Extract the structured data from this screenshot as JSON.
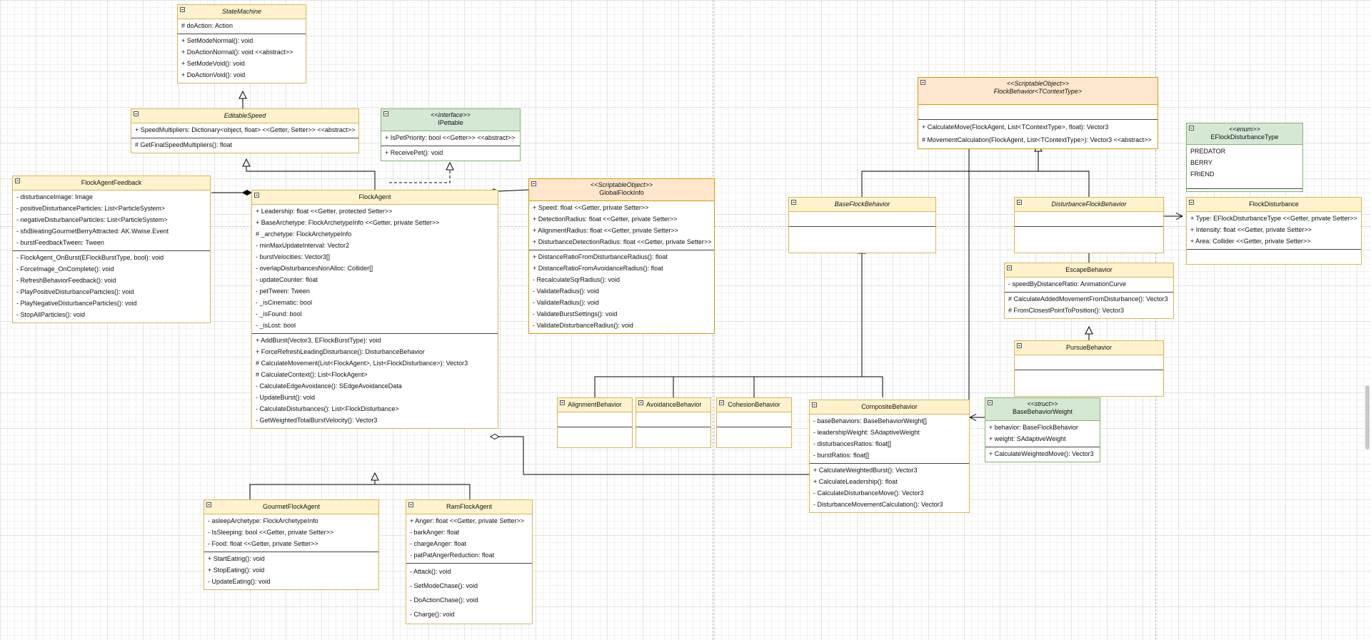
{
  "classes": {
    "state_machine": {
      "name": "StateMachine",
      "attributes": [
        "# doAction: Action"
      ],
      "methods": [
        "+ SetModeNormal(): void",
        "+ DoActionNormal(): void <<abstract>>",
        "+ SetModeVoid(): void",
        "+ DoActionVoid(): void"
      ]
    },
    "editable_speed": {
      "name": "EditableSpeed",
      "attributes": [
        "+ SpeedMultipliers: Dictionary<object, float> <<Getter, Setter>> <<abstract>>"
      ],
      "methods": [
        "# GetFinalSpeedMultipliers(): float"
      ]
    },
    "ipettable": {
      "stereotype": "<<interface>>",
      "name": "IPettable",
      "attributes": [
        "+ IsPetPriority: bool <<Getter>> <<abstract>>"
      ],
      "methods": [
        "+ ReceivePet(): void"
      ]
    },
    "flock_agent_feedback": {
      "name": "FlockAgentFeedback",
      "attributes": [
        "- disturbanceImage: Image",
        "- positiveDisturbanceParticles: List<ParticleSystem>",
        "- negativeDisturbanceParticles: List<ParticleSystem>",
        "- sfxBleatingGourmetBerryAttracted: AK.Wwise.Event",
        "- burstFeedbackTween: Tween"
      ],
      "methods": [
        "- FlockAgent_OnBurst(EFlockBurstType, bool): void",
        "- ForceImage_OnComplete(): void",
        "- RefreshBehaviorFeedback(): void",
        "- PlayPositiveDisturbanceParticles(): void",
        "- PlayNegativeDisturbanceParticles(): void",
        "- StopAllParticles(): void"
      ]
    },
    "flock_agent": {
      "name": "FlockAgent",
      "attributes": [
        "+ Leadership: float <<Getter, protected Setter>>",
        "+ BaseArchetype: FlockArchetypeInfo <<Getter, private Setter>>",
        "# _archetype: FlockArchetypeInfo",
        "- minMaxUpdateInterval: Vector2",
        "- burstVelocities: Vector3[]",
        "- overlapDisturbancesNonAlloc: Collider[]",
        "- updateCounter: float",
        "- petTween: Tween",
        "- _isCinematic: bool",
        "- _isFound: bool",
        "- _isLost: bool"
      ],
      "methods": [
        "+ AddBurst(Vector3, EFlockBurstType): void",
        "+ ForceRefreshLeadingDisturbance(): DisturbanceBehavior",
        "# CalculateMovement(List<FlockAgent>, List<FlockDisturbance>): Vector3",
        "# CalculateContext(): List<FlockAgent>",
        "- CalculateEdgeAvoidance(): SEdgeAvoidanceData",
        "- UpdateBurst(): void",
        "- CalculateDisturbances(): List<FlockDisturbance>",
        "- GetWeightedTotalBurstVelocity(): Vector3"
      ]
    },
    "global_flock_info": {
      "stereotype": "<<ScriptableObject>>",
      "name": "GlobalFlockInfo",
      "attributes": [
        "+ Speed: float <<Getter, private Setter>>",
        "+ DetectionRadius: float <<Getter, private Setter>>",
        "+ AlignmentRadius: float <<Getter, private Setter>>",
        "+ DisturbanceDetectionRadius: float <<Getter, private Setter>>"
      ],
      "methods": [
        "+ DistanceRatioFromDisturbanceRadius(): float",
        "+ DistanceRatioFromAvoidanceRadius(): float",
        "- RecalculateSqrRadius(): void",
        "- ValidateRadius(): void",
        "- ValidateRadius(): void",
        "- ValidateBurstSettings(): void",
        "- ValidateDisturbanceRadius(): void"
      ]
    },
    "gourmet_flock_agent": {
      "name": "GourmetFlockAgent",
      "attributes": [
        "- asleepArchetype: FlockArchetypeInfo",
        "- IsSleeping: bool <<Getter, private Setter>>",
        "- Food: float <<Getter, private Setter>>"
      ],
      "methods": [
        "+ StartEating(): void",
        "+ StopEating(): void",
        "- UpdateEating(): void"
      ]
    },
    "ram_flock_agent": {
      "name": "RamFlockAgent",
      "attributes": [
        "+ Anger: float <<Getter, private Setter>>",
        "- barkAnger: float",
        "- chargeAnger: float",
        "- patPatAngerReduction: float"
      ],
      "methods": [
        "- Attack(): void",
        "- SetModeChase(): void",
        "- DoActionChase(): void",
        "- Charge(): void"
      ]
    },
    "flock_behavior": {
      "stereotype": "<<ScriptableObject>>",
      "name": "FlockBehavior<TContextType>",
      "attributes": [],
      "methods": [
        "+ CalculateMove(FlockAgent, List<TContextType>, float): Vector3",
        "# MovementCalculation(FlockAgent, List<TContextType>): Vector3 <<abstract>>"
      ]
    },
    "eflock_disturbance_type": {
      "stereotype": "<<enum>>",
      "name": "EFlockDisturbanceType",
      "values": [
        "PREDATOR",
        "BERRY",
        "FRIEND"
      ]
    },
    "base_flock_behavior": {
      "name": "BaseFlockBehavior",
      "attributes": [],
      "methods": []
    },
    "disturbance_flock_behavior": {
      "name": "DisturbanceFlockBehavior",
      "attributes": [],
      "methods": []
    },
    "flock_disturbance": {
      "name": "FlockDisturbance",
      "attributes": [
        "+ Type: EFlockDisturbanceType <<Getter, private Setter>>",
        "+ Intensity: float <<Getter, private Setter>>",
        "+ Area: Collider <<Getter, private Setter>>"
      ],
      "methods": []
    },
    "escape_behavior": {
      "name": "EscapeBehavior",
      "attributes": [
        "- speedByDistanceRatio: AnimationCurve"
      ],
      "methods": [
        "# CalculateAddedMovementFromDisturbance(): Vector3",
        "# FromClosestPointToPosition(): Vector3"
      ]
    },
    "pursue_behavior": {
      "name": "PursueBehavior",
      "attributes": [],
      "methods": []
    },
    "alignment_behavior": {
      "name": "AlignmentBehavior",
      "attributes": [],
      "methods": []
    },
    "avoidance_behavior": {
      "name": "AvoidanceBehavior",
      "attributes": [],
      "methods": []
    },
    "cohesion_behavior": {
      "name": "CohesionBehavior",
      "attributes": [],
      "methods": []
    },
    "composite_behavior": {
      "name": "CompositeBehavior",
      "attributes": [
        "- baseBehaviors: BaseBehaviorWeight[]",
        "- leadershipWeight: SAdaptiveWeight",
        "- disturbancesRatios: float[]",
        "- burstRatios: float[]"
      ],
      "methods": [
        "+ CalculateWeightedBurst(): Vector3",
        "+ CalculateLeadership(): float",
        "- CalculateDisturbanceMove(): Vector3",
        "- DisturbanceMovementCalculation(): Vector3"
      ]
    },
    "base_behavior_weight": {
      "stereotype": "<<struct>>",
      "name": "BaseBehaviorWeight",
      "attributes": [
        "+ behavior: BaseFlockBehavior",
        "+ weight: SAdaptiveWeight"
      ],
      "methods": [
        "+ CalculateWeightedMove(): Vector3"
      ]
    }
  }
}
